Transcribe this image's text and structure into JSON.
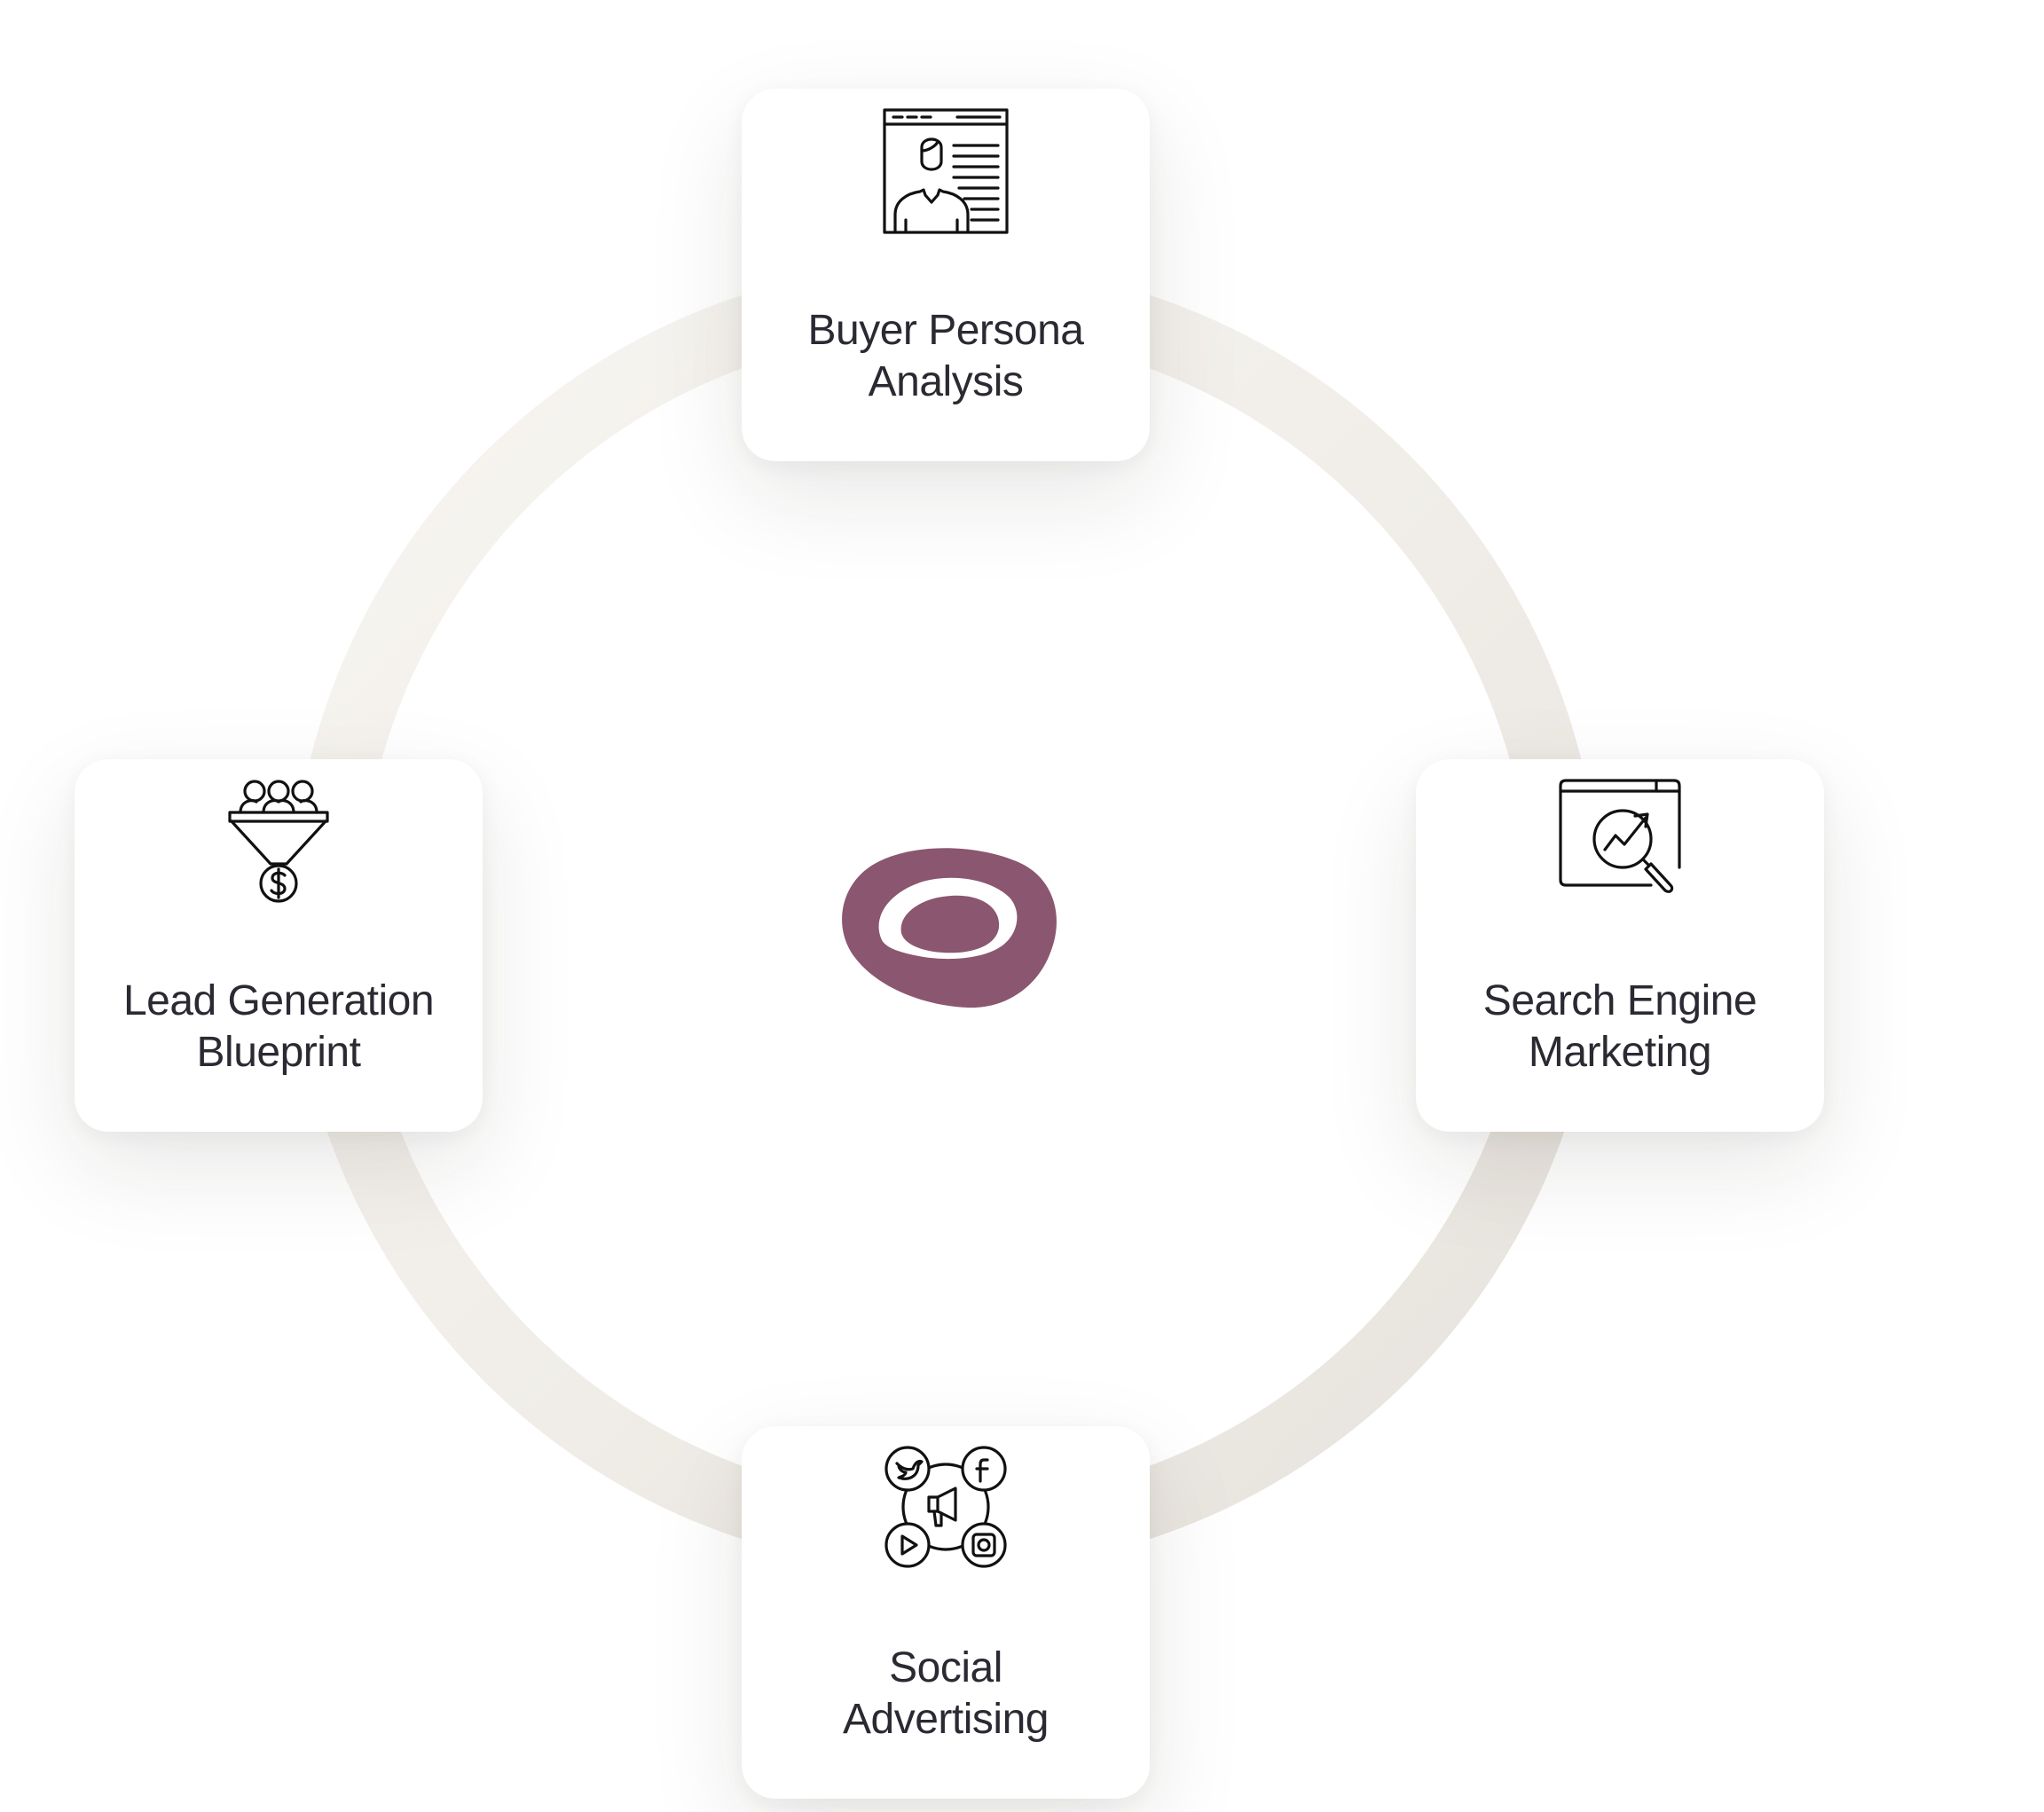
{
  "diagram": {
    "colors": {
      "ring": "#f4f2ee",
      "ring_shadow": "#e2ded8",
      "card_background": "#ffffff",
      "text": "#2b2a33",
      "icon_stroke": "#111111",
      "logo": "#8b566f"
    },
    "center": {
      "icon": "brand-logo-icon"
    },
    "nodes": {
      "top": {
        "icon": "buyer-persona-profile-icon",
        "label_line1": "Buyer Persona",
        "label_line2": "Analysis"
      },
      "right": {
        "icon": "search-engine-marketing-icon",
        "label_line1": "Search Engine",
        "label_line2": "Marketing"
      },
      "bottom": {
        "icon": "social-advertising-icon",
        "label_line1": "Social",
        "label_line2": "Advertising"
      },
      "left": {
        "icon": "lead-generation-funnel-icon",
        "label_line1": "Lead Generation",
        "label_line2": "Blueprint"
      }
    }
  }
}
